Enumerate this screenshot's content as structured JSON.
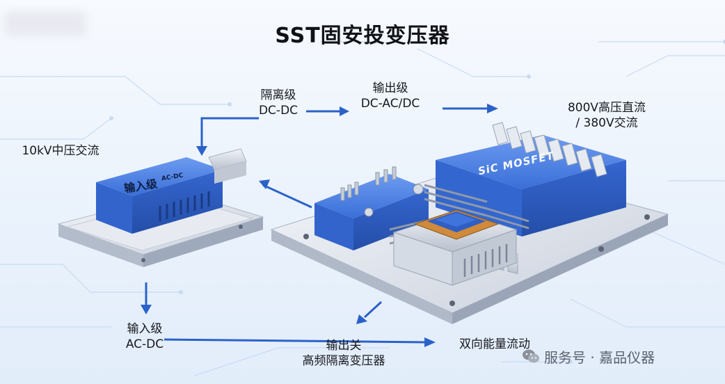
{
  "title": "SST固安投变压器",
  "labels": {
    "isolation_stage": [
      "隔离级",
      "DC-DC"
    ],
    "output_stage": [
      "输出级",
      "DC-AC/DC"
    ],
    "mv_input": "10kV中压交流",
    "hv_output": [
      "800V高压直流",
      "/ 380V交流"
    ],
    "input_stage": [
      "输入级",
      "AC-DC"
    ],
    "hf_transformer": [
      "输出关",
      "高频隔离变压器"
    ],
    "bidirectional": "双向能量流动"
  },
  "hardware": {
    "module_text": "SiC MOSFET",
    "input_box_text": "输入级",
    "input_box_sub": "AC-DC"
  },
  "watermark": "服务号 · 嘉品仪器",
  "colors": {
    "arrow": "#2a62c9",
    "module_blue": "#3a6fd8",
    "module_dark": "#2750b0",
    "copper": "#d08a3a"
  }
}
